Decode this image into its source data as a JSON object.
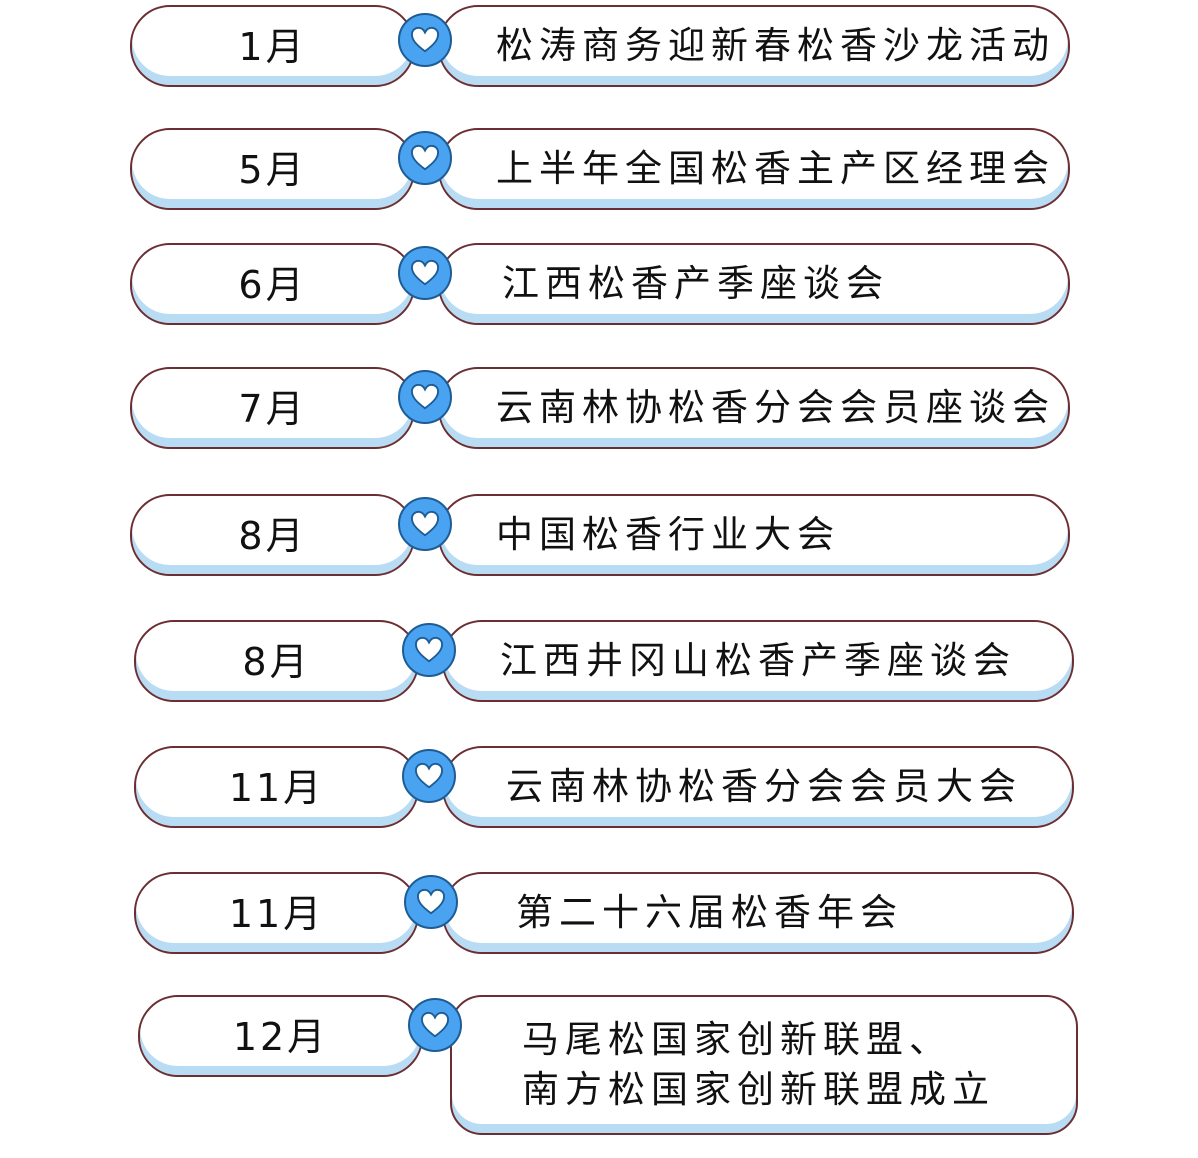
{
  "events": [
    {
      "month": "1月",
      "title": "松涛商务迎新春松香沙龙活动"
    },
    {
      "month": "5月",
      "title": "上半年全国松香主产区经理会"
    },
    {
      "month": "6月",
      "title": "江西松香产季座谈会"
    },
    {
      "month": "7月",
      "title": "云南林协松香分会会员座谈会"
    },
    {
      "month": "8月",
      "title": "中国松香行业大会"
    },
    {
      "month": "8月",
      "title": "江西井冈山松香产季座谈会"
    },
    {
      "month": "11月",
      "title": "云南林协松香分会会员大会"
    },
    {
      "month": "11月",
      "title": "第二十六届松香年会"
    },
    {
      "month": "12月",
      "title_line1": "马尾松国家创新联盟、",
      "title_line2": "南方松国家创新联盟成立"
    }
  ],
  "colors": {
    "outline": "#6b2e33",
    "pill_shadow": "#b8dcf4",
    "heart_dot": "#4aa3f0",
    "heart_dot_border": "#1d5c95",
    "heart": "#ffffff"
  },
  "icons": {
    "connector": "heart-icon"
  }
}
